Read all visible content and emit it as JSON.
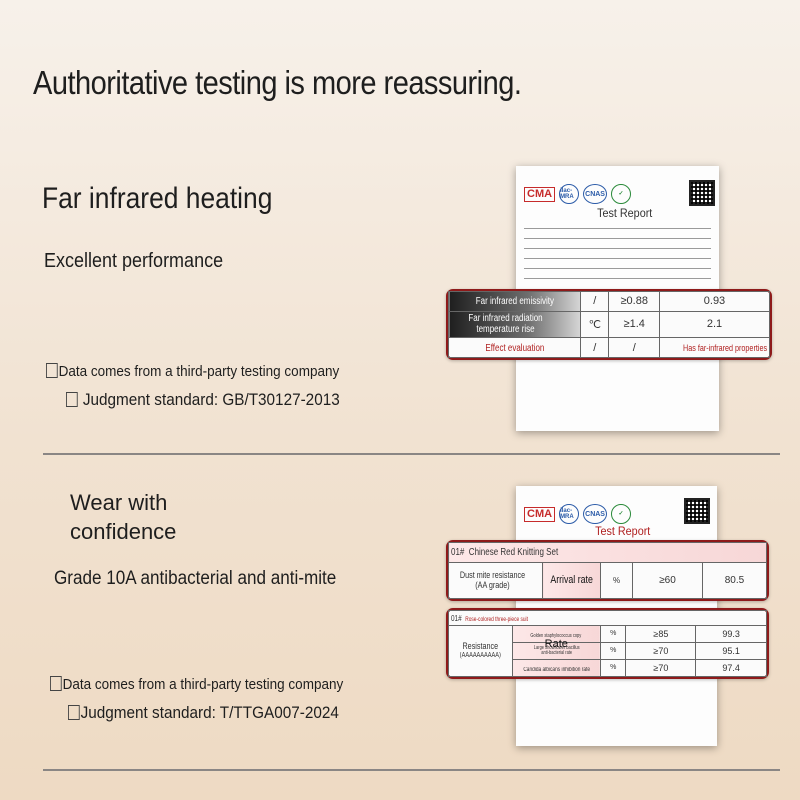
{
  "headline": "Authoritative testing is more reassuring.",
  "section1": {
    "title": "Far infrared heating",
    "subtitle": "Excellent performance",
    "note_source": "Data comes from a third-party testing company",
    "note_standard": " Judgment standard: GB/T30127-2013",
    "report": {
      "title": "Test Report",
      "logos": [
        "CMA",
        "ilac-MRA",
        "CNAS",
        "✓"
      ],
      "rows": [
        {
          "label": "Far infrared emissivity",
          "unit": "/",
          "requirement": "≥0.88",
          "result": "0.93"
        },
        {
          "label": "Far infrared radiation temperature rise",
          "unit": "℃",
          "requirement": "≥1.4",
          "result": "2.1"
        },
        {
          "label": "Effect evaluation",
          "unit": "/",
          "requirement": "/",
          "result": "Has far-infrared properties"
        }
      ]
    }
  },
  "section2": {
    "title_line1": "Wear with",
    "title_line2": "confidence",
    "subtitle": "Grade 10A antibacterial and anti-mite",
    "note_source": "Data comes from a third-party testing company",
    "note_standard": "Judgment standard: T/TTGA007-2024",
    "report": {
      "title": "Test Report",
      "logos": [
        "CMA",
        "ilac-MRA",
        "CNAS",
        "✓"
      ],
      "table1": {
        "num": "01#",
        "product": "Chinese Red Knitting Set",
        "label": "Dust mite resistance (AA grade)",
        "metric": "Arrival rate",
        "unit": "%",
        "requirement": "≥60",
        "result": "80.5"
      },
      "table2": {
        "num": "01#",
        "product": "Rose-colored three-piece suit",
        "label": "Resistance",
        "label_sub": "(AAAAAAAAAA)",
        "metric": "Rate",
        "rows": [
          {
            "organism": "Golden staphylococcus copy",
            "unit": "%",
            "requirement": "≥85",
            "result": "99.3"
          },
          {
            "organism": "Large showflower bacillus",
            "organism_extra": "anti-bacterial rate",
            "unit": "%",
            "requirement": "≥70",
            "result": "95.1"
          },
          {
            "organism": "Candida albicans inhibition rate",
            "unit": "%",
            "requirement": "≥70",
            "result": "97.4"
          }
        ]
      }
    }
  }
}
